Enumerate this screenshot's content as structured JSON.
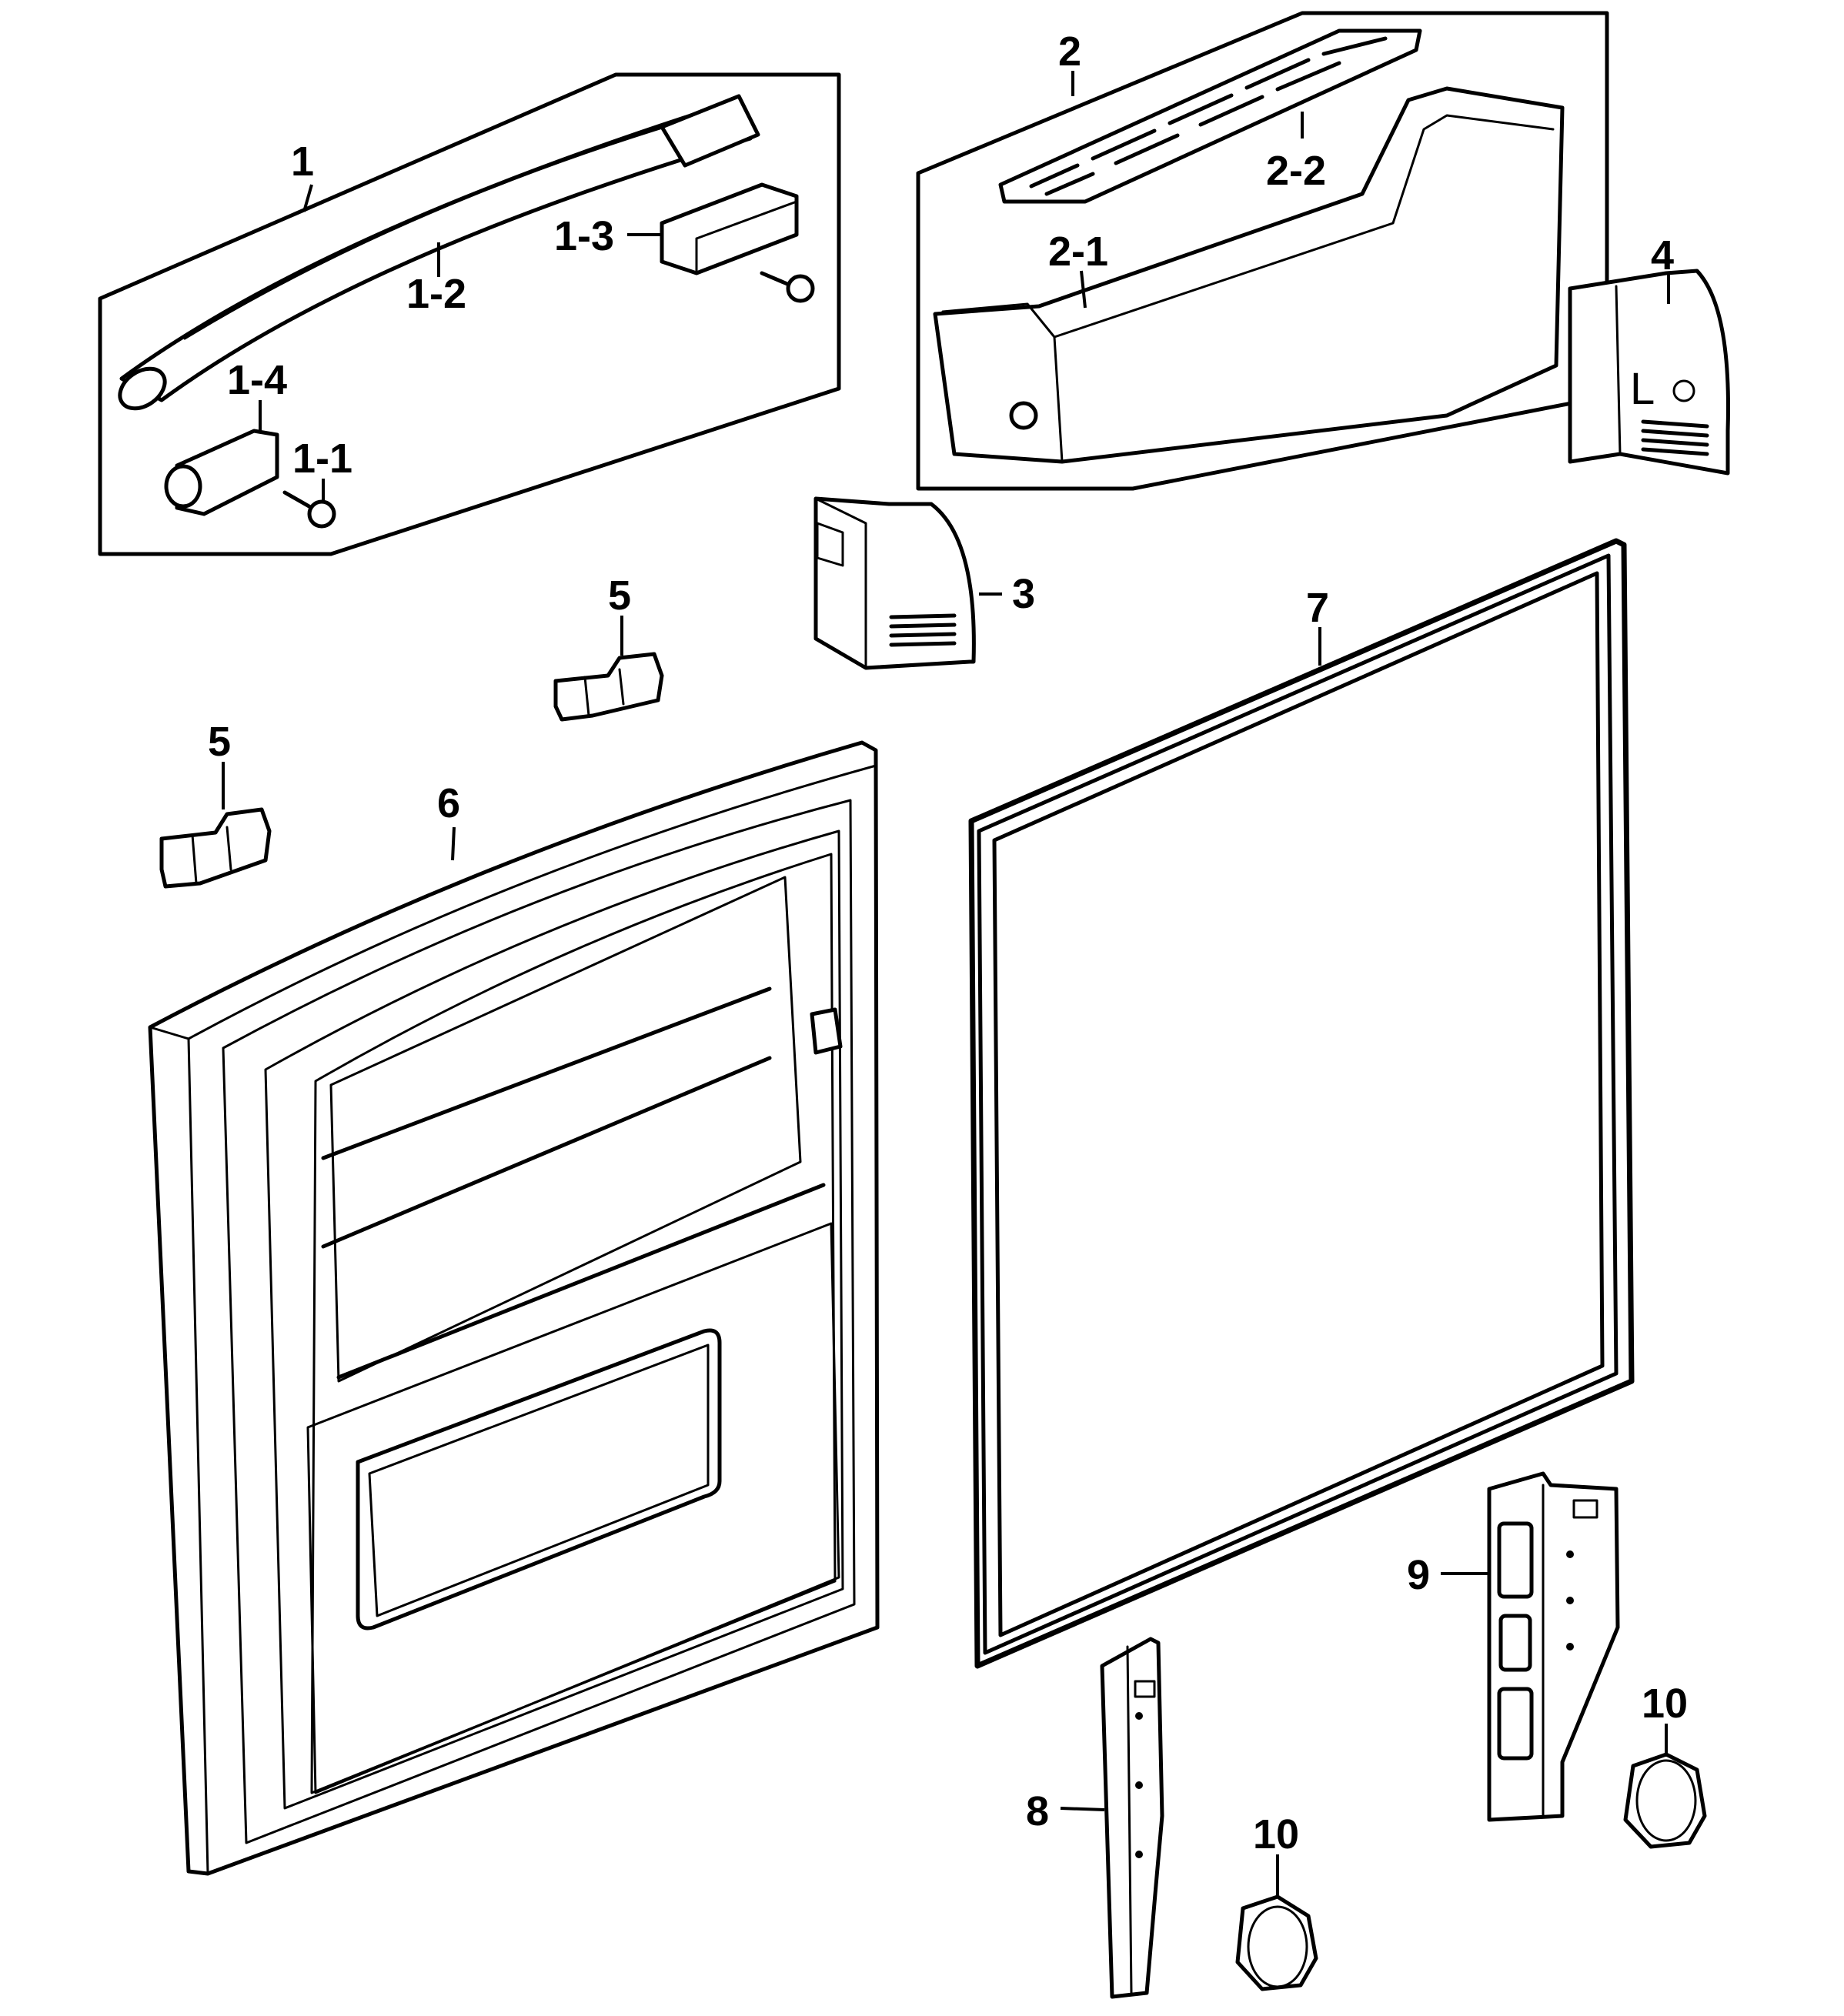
{
  "labels": {
    "p1": "1",
    "p1_1": "1-1",
    "p1_2": "1-2",
    "p1_3": "1-3",
    "p1_4": "1-4",
    "p2": "2",
    "p2_1": "2-1",
    "p2_2": "2-2",
    "p3": "3",
    "p4": "4",
    "p4_mark": "L",
    "p5a": "5",
    "p5b": "5",
    "p6": "6",
    "p7": "7",
    "p8": "8",
    "p9": "9",
    "p10a": "10",
    "p10b": "10"
  }
}
